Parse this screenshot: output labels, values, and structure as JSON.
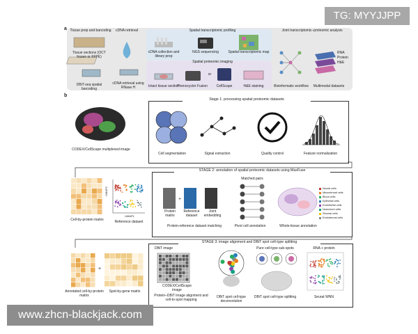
{
  "watermark_top": "TG: MYYJJPP",
  "watermark_bottom": "www.zhcn-blackjack.com",
  "panel_a": {
    "letter": "a",
    "tissue_prep": "Tissue prep and barcoding",
    "tissue_sections": "Tissue sections (OCT frozen or FFPE)",
    "dbit_seq": "DBiT-seq spatial barcoding",
    "cdna_retrieval": "cDNA retrieval",
    "cdna_retrieval_rnase": "cDNA retrieval using RNase H",
    "spatial_transcriptomic_profiling": "Spatial transcriptomic profiling",
    "cdna_collection": "cDNA collection and library prep",
    "ngs": "NGS sequencing",
    "transcriptomic_map": "Spatial transcriptomic map",
    "spatial_proteomic_imaging": "Spatial proteomic imaging",
    "intact_tissue": "Intact tissue section",
    "phenocycler": "Phenocycler Fusion",
    "or": "or",
    "cellscape": "CellScape",
    "he_staining": "H&E staining",
    "joint_analysis": "Joint transcriptomic–proteomic analysis",
    "bioinformatic": "Bioinformatic workflow",
    "multimodal": "Multimodal datasets",
    "layers": [
      "RNA",
      "Protein",
      "H&E"
    ]
  },
  "panel_b": {
    "letter": "b",
    "stage1_title": "Stage 1: processing spatial proteomic datasets",
    "codex_label": "CODEX/CellScape multiplexed image",
    "cell_seg": "Cell segmentation",
    "signal_extraction": "Signal extraction",
    "quality_control": "Quality control",
    "feature_norm": "Feature normalization",
    "stage2_title": "STAGE 2: annotation of spatial proteomic datasets using MaxFuse",
    "cell_by_protein": "Cell-by-protein matrix",
    "reference_dataset": "Reference dataset",
    "umap_y": "UMAP2",
    "umap_x": "UMAP1",
    "matched_pairs": "Matched pairs",
    "protein_matrix": "Protein matrix",
    "reference_dataset_box": "Reference dataset",
    "joint_embedding": "Joint embedding",
    "protein_ref_matching": "Protein-reference dataset matching",
    "pivot_cell": "Pivot cell annotation",
    "whole_tissue": "Whole-tissue annotation",
    "legend": [
      {
        "label": "Neural cells",
        "color": "#c0392b"
      },
      {
        "label": "Mesodermal cells",
        "color": "#e67e22"
      },
      {
        "label": "Blood cells",
        "color": "#27ae60"
      },
      {
        "label": "Epithelial cells",
        "color": "#2980b9"
      },
      {
        "label": "Endothelial cells",
        "color": "#8e44ad"
      },
      {
        "label": "Notochord cells",
        "color": "#16a085"
      },
      {
        "label": "Stromal cells",
        "color": "#f1c40f"
      },
      {
        "label": "Endodermal cells",
        "color": "#7f8c8d"
      }
    ],
    "stage3_title": "STAGE 3: image alignment and DBiT spot cell-type splitting",
    "annotated_matrix": "Annotated cell-by-protein matrix",
    "plus": "+",
    "spot_by_gene": "Spot-by-gene matrix",
    "dbit_image": "DBiT image",
    "codex_image": "CODEX/CellScape image",
    "alignment": "Protein–DBiT image alignment and cell-to-spot mapping",
    "deconvolution": "DBiT spot cell-type deconvolution",
    "pure_subspots": "Pure cell-type sub-spots",
    "splitting": "DBiT spot cell-type splitting",
    "rna_protein": "RNA + protein",
    "seurat": "Seurat WNN"
  }
}
